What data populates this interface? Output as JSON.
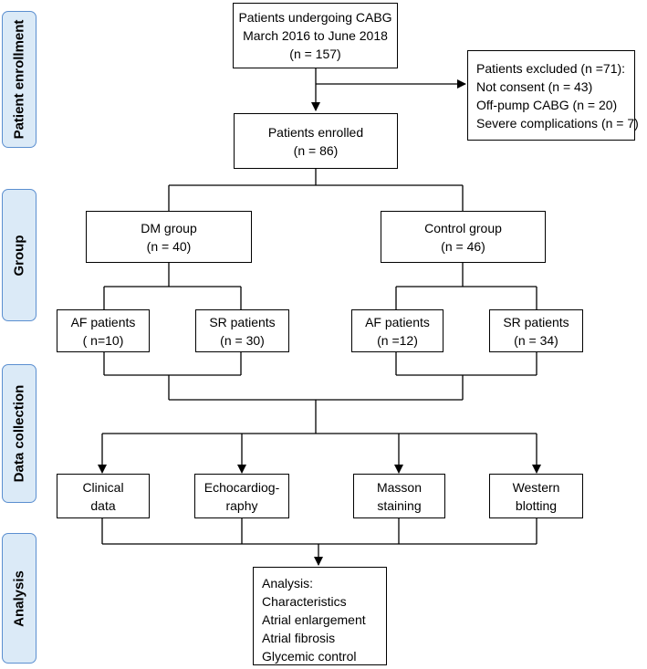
{
  "side_labels": {
    "enrollment": "Patient enrollment",
    "group": "Group",
    "data_collection": "Data collection",
    "analysis": "Analysis"
  },
  "boxes": {
    "screened": [
      "Patients undergoing CABG",
      "March 2016 to June 2018",
      "(n = 157)"
    ],
    "excluded": [
      "Patients excluded (n =71):",
      "Not consent (n = 43)",
      "Off-pump CABG (n = 20)",
      "Severe complications (n = 7)"
    ],
    "enrolled": [
      "Patients enrolled",
      "(n = 86)"
    ],
    "dm_group": [
      "DM group",
      "(n = 40)"
    ],
    "control_group": [
      "Control group",
      "(n = 46)"
    ],
    "dm_af": [
      "AF patients",
      "( n=10)"
    ],
    "dm_sr": [
      "SR patients",
      "(n = 30)"
    ],
    "ctrl_af": [
      "AF patients",
      "(n =12)"
    ],
    "ctrl_sr": [
      "SR patients",
      "(n = 34)"
    ],
    "clinical": [
      "Clinical",
      "data"
    ],
    "echo": [
      "Echocardiog-",
      "raphy"
    ],
    "masson": [
      "Masson",
      "staining"
    ],
    "western": [
      "Western",
      "blotting"
    ],
    "analysis": [
      "Analysis:",
      "Characteristics",
      "Atrial enlargement",
      "Atrial fibrosis",
      "Glycemic control"
    ]
  },
  "colors": {
    "side_fill": "#dbeaf7",
    "side_border": "#5b8fd0",
    "line": "#000000"
  }
}
